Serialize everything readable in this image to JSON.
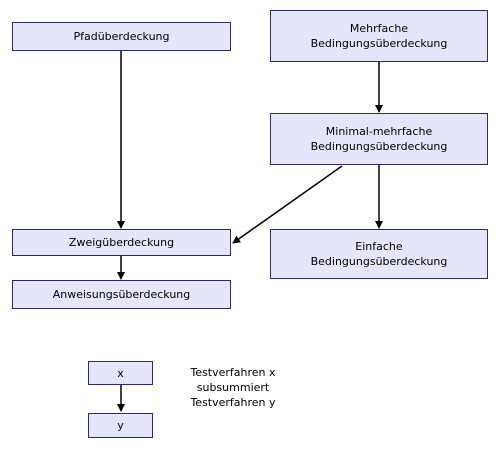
{
  "nodes": {
    "pfad": {
      "lines": [
        "Pfadüberdeckung"
      ]
    },
    "mehrfach": {
      "lines": [
        "Mehrfache",
        "Bedingungsüberdeckung"
      ]
    },
    "minimal": {
      "lines": [
        "Minimal-mehrfache",
        "Bedingungsüberdeckung"
      ]
    },
    "zweig": {
      "lines": [
        "Zweigüberdeckung"
      ]
    },
    "einfach": {
      "lines": [
        "Einfache",
        "Bedingungsüberdeckung"
      ]
    },
    "anweisung": {
      "lines": [
        "Anweisungsüberdeckung"
      ]
    }
  },
  "legend": {
    "x": "x",
    "y": "y",
    "text": [
      "Testverfahren x",
      "subsummiert",
      "Testverfahren y"
    ]
  },
  "colors": {
    "box_fill": "#e5e5fb",
    "box_border": "#2b2b66",
    "arrow": "#000000"
  }
}
